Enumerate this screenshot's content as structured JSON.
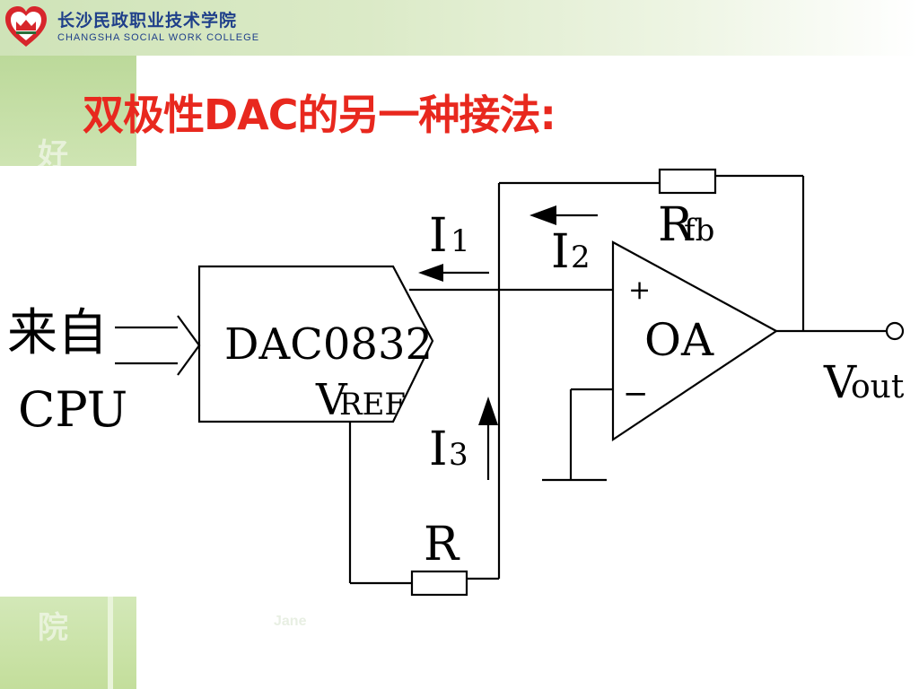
{
  "header": {
    "school_name_cn": "长沙民政职业技术学院",
    "school_name_en": "CHANGSHA SOCIAL WORK COLLEGE",
    "logo_icon": "heart-emblem-icon"
  },
  "watermarks": {
    "left_top": "好",
    "left_bottom": "院",
    "bottom_mid": "Jane"
  },
  "slide": {
    "title": "双极性DAC的另一种接法:"
  },
  "diagram": {
    "source_label_line1": "来自",
    "source_label_line2": "CPU",
    "dac_label": "DAC0832",
    "vref_main": "V",
    "vref_sub": "REF",
    "i1_main": "I",
    "i1_sub": "1",
    "i2_main": "I",
    "i2_sub": "2",
    "i3_main": "I",
    "i3_sub": "3",
    "rfb_main": "R",
    "rfb_sub": "fb",
    "r_label": "R",
    "opamp_label": "OA",
    "opamp_plus": "+",
    "opamp_minus": "−",
    "vout_main": "V",
    "vout_sub": "out"
  },
  "colors": {
    "title": "#e8281e",
    "header_text": "#1f3f8a",
    "band_green": "#cfe3b8",
    "line": "#000000"
  }
}
